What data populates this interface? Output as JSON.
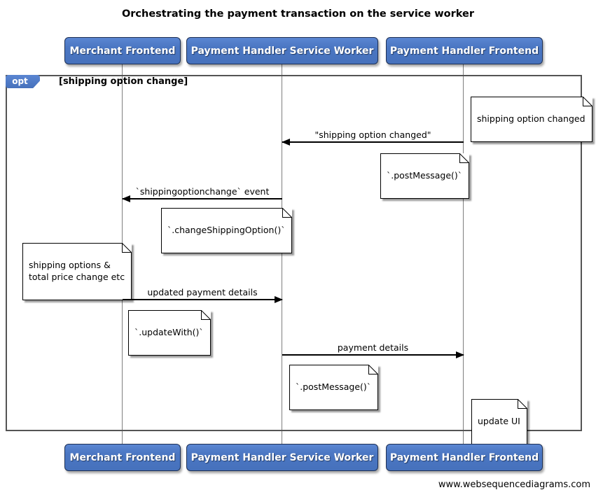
{
  "title": "Orchestrating the payment transaction on the service worker",
  "watermark": "www.websequencediagrams.com",
  "actors": [
    {
      "label": "Merchant Frontend"
    },
    {
      "label": "Payment Handler Service Worker"
    },
    {
      "label": "Payment Handler Frontend"
    }
  ],
  "fragment": {
    "operator": "opt",
    "guard": "[shipping option change]"
  },
  "messages": [
    {
      "label": "\"shipping option changed\"",
      "from": "Payment Handler Frontend",
      "to": "Payment Handler Service Worker",
      "direction": "left"
    },
    {
      "label": "`shippingoptionchange` event",
      "from": "Payment Handler Service Worker",
      "to": "Merchant Frontend",
      "direction": "left"
    },
    {
      "label": "updated payment details",
      "from": "Merchant Frontend",
      "to": "Payment Handler Service Worker",
      "direction": "right"
    },
    {
      "label": "payment details",
      "from": "Payment Handler Service Worker",
      "to": "Payment Handler Frontend",
      "direction": "right"
    }
  ],
  "notes": [
    {
      "text": "shipping option changed"
    },
    {
      "text": "`.postMessage()`"
    },
    {
      "text": "`.changeShippingOption()`"
    },
    {
      "text": "shipping options &\ntotal price change etc"
    },
    {
      "text": "`.updateWith()`"
    },
    {
      "text": "`.postMessage()`"
    },
    {
      "text": "update UI"
    }
  ],
  "colors": {
    "actor_blue": "#4b77c3",
    "actor_border": "#1e3054",
    "frame_border": "#545454",
    "lifeline_gray": "#7f7f7f",
    "note_bg": "#ffffff",
    "note_border": "#000000"
  }
}
